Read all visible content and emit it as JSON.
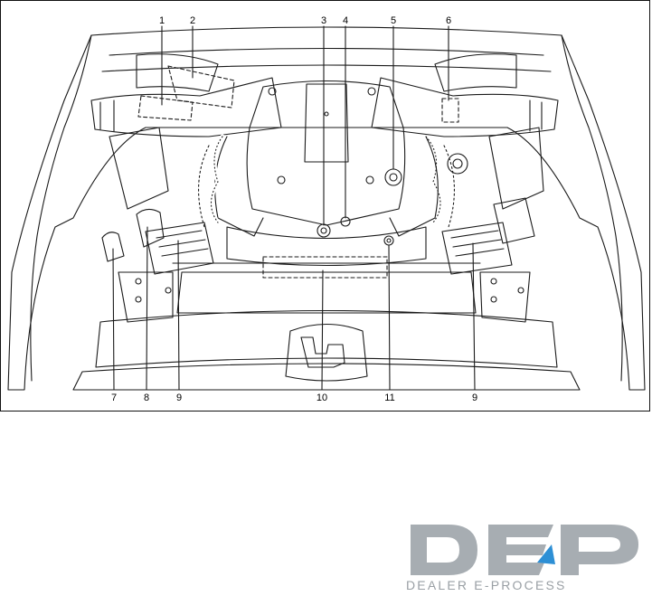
{
  "callouts": {
    "top": [
      "1",
      "2",
      "3",
      "4",
      "5",
      "6"
    ],
    "bottom": [
      "7",
      "8",
      "9",
      "10",
      "11",
      "9"
    ]
  },
  "logo": {
    "letters": "DEP",
    "caption": "DEALER E-PROCESS",
    "color": "#a7adb2",
    "accent": "#2d8fd5"
  },
  "colors": {
    "line": "#1a1a1a",
    "frame": "#111111"
  }
}
